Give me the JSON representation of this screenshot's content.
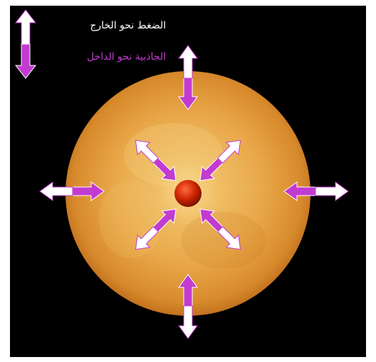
{
  "legend": {
    "pressure_label": "الضغط نحو الخارج",
    "gravity_label": "الجاذبية نحو الداخل"
  },
  "colors": {
    "background": "#000000",
    "star_light": "#f2c466",
    "star_mid": "#e39a36",
    "star_edge": "#b86417",
    "core": "#c62200",
    "pressure_arrow": "#ffffff",
    "gravity_arrow": "#c23bd0",
    "legend_pressure_text": "#ffffff",
    "legend_gravity_text": "#c23bd0"
  },
  "arrows": {
    "directions": [
      "up",
      "up-right",
      "right",
      "down-right",
      "down",
      "down-left",
      "left",
      "up-left"
    ]
  }
}
